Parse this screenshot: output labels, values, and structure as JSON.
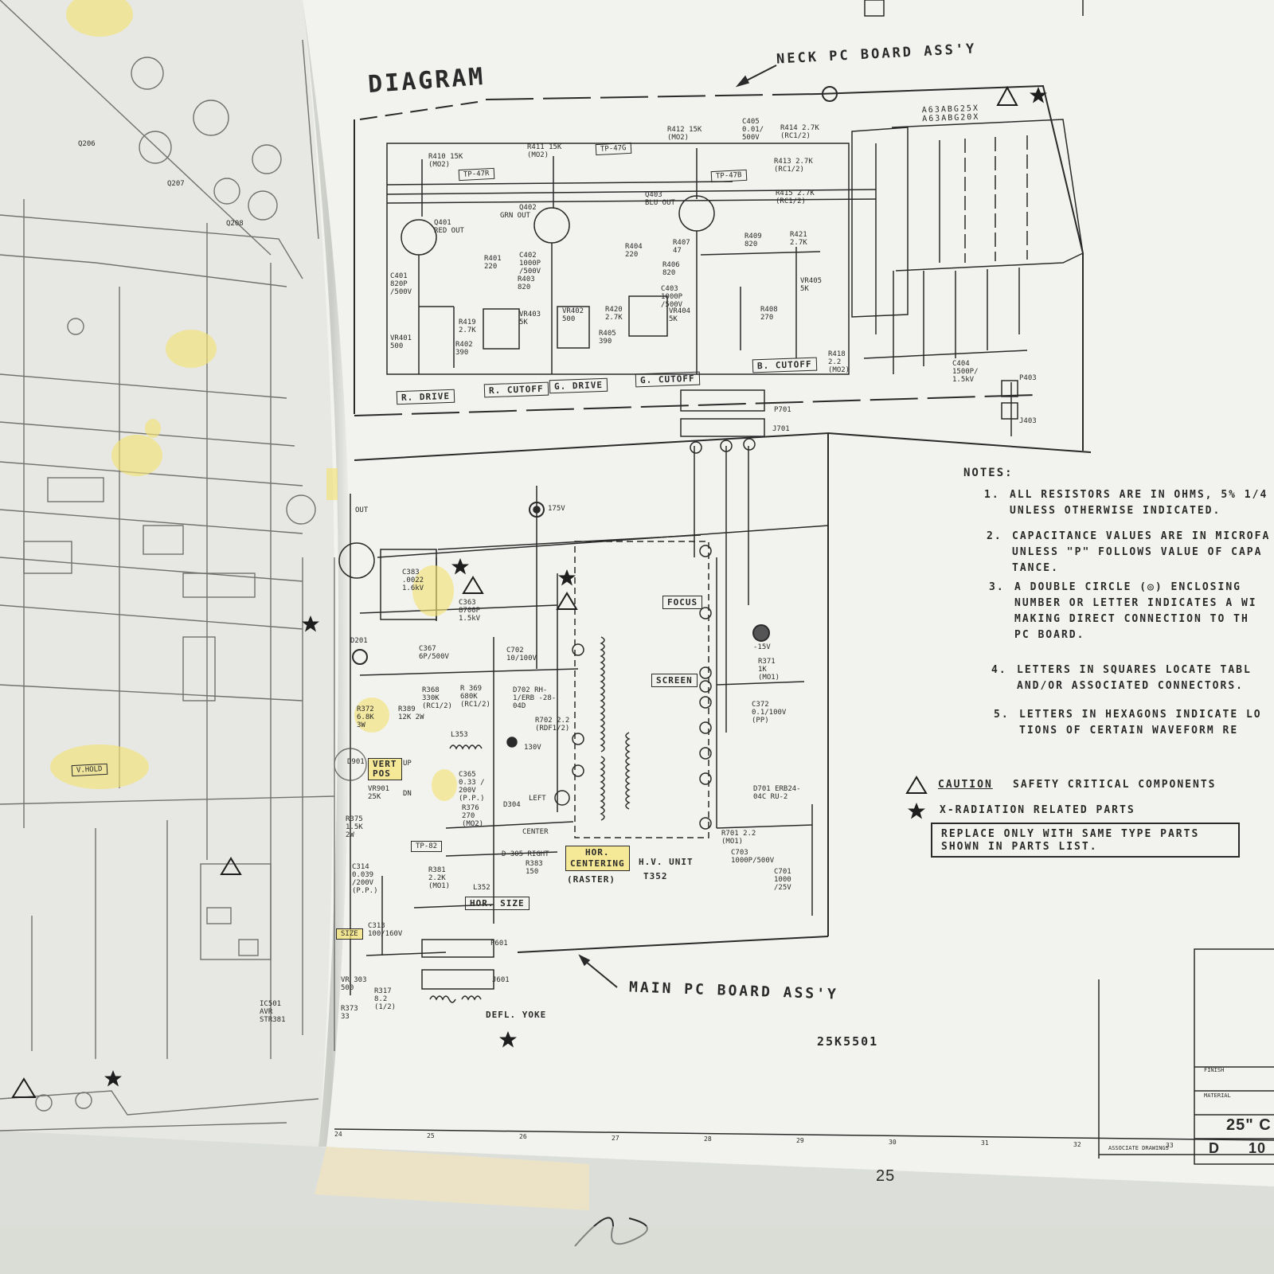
{
  "title": "DIAGRAM",
  "assemblies": {
    "neck": "NECK PC BOARD ASS'Y",
    "main": "MAIN PC BOARD ASS'Y"
  },
  "crt_codes": [
    "A63ABG25X",
    "A63ABG20X"
  ],
  "controls": {
    "r_drive": "R. DRIVE",
    "r_cutoff": "R. CUTOFF",
    "g_drive": "G. DRIVE",
    "g_cutoff": "G. CUTOFF",
    "b_cutoff": "B. CUTOFF",
    "focus": "FOCUS",
    "screen": "SCREEN",
    "vert_pos_line1": "VERT",
    "vert_pos_line2": "POS",
    "hor_centering_line1": "HOR.",
    "hor_centering_line2": "CENTERING",
    "raster": "(RASTER)",
    "hor_size": "HOR. SIZE",
    "hv_unit": "H.V. UNIT",
    "hv_unit_part": "T352",
    "defl_yoke": "DEFL. YOKE",
    "size": "SIZE",
    "vhold": "V.HOLD"
  },
  "test_points": [
    "TP-47R",
    "TP-47G",
    "TP-47B",
    "TP-82"
  ],
  "transistors": [
    {
      "ref": "Q401",
      "desc": "RED OUT"
    },
    {
      "ref": "Q402",
      "desc": "GRN OUT"
    },
    {
      "ref": "Q403",
      "desc": "BLU OUT"
    }
  ],
  "components": {
    "r410": "R410 15K (MO2)",
    "r411": "R411 15K (MO2)",
    "r412": "R412 15K (MO2)",
    "c405": "C405 0.01/ 500V",
    "r414": "R414 2.7K (RC1/2)",
    "r413": "R413 2.7K (RC1/2)",
    "r415": "R415 2.7K (RC1/2)",
    "c401": "C401 820P /500V",
    "r401": "R401 220",
    "c402": "C402 1000P /500V",
    "r403": "R403 820",
    "r404": "R404 220",
    "r407": "R407 47",
    "r406": "R406 820",
    "c403": "C403 1000P /500V",
    "r409": "R409 820",
    "r421": "R421 2.7K",
    "vr405": "VR405 5K",
    "r408": "R408 270",
    "vr401": "VR401 500",
    "r419": "R419 2.7K",
    "r402": "R402 390",
    "vr403": "VR403 5K",
    "vr402": "VR402 500",
    "r420": "R420 2.7K",
    "r405": "R405 390",
    "vr404": "VR404 5K",
    "r418": "R418 2.2 (MO2)",
    "c404": "C404 1500P/ 1.5kV",
    "p403": "P403",
    "j403": "J403",
    "p701": "P701",
    "j701": "J701",
    "v175": "175V",
    "c383": "C383 .0022 1.6kV",
    "c363": "C363 8700P 1.5kV",
    "c367": "C367 6P/500V",
    "c702": "C702 10/100V",
    "r368": "R368 330K (RC1/2)",
    "r369": "R 369 680K (RC1/2)",
    "d702": "D702 RH-1/ERB -28-04D",
    "r702": "R702 2.2 (RDF1/2)",
    "r372": "R372 6.8K 3W",
    "r389": "R389 12K 2W",
    "l353": "L353",
    "v130": "130V",
    "c365": "C365 0.33 / 200V (P.P.)",
    "r376": "R376 270 (MO2)",
    "d304": "D304",
    "left": "LEFT",
    "center": "CENTER",
    "d305": "D 305 RIGHT",
    "r383": "R383 150",
    "vr901": "VR901 25K",
    "d901": "D901",
    "r375": "R375 1.5K 2W",
    "c314": "C314 0.039 /200V (P.P.)",
    "r381": "R381 2.2K (MO1)",
    "l352": "L352",
    "c313": "C313 100/160V",
    "p601": "P601",
    "j601": "J601",
    "vr303": "VR 303 500",
    "r373": "R373 33",
    "r317": "R317 8.2 (1/2)",
    "v15": "-15V",
    "r371": "R371 1K (MO1)",
    "c372": "C372 0.1/100V (PP)",
    "d701": "D701 ERB24-04C RU-2",
    "r701": "R701 2.2 (MO1)",
    "c703": "C703 1000P/500V",
    "c701": "C701 1000 /25V",
    "ic501": "IC501 AVR STR381",
    "q206": "Q206",
    "q207": "Q207",
    "q208": "Q208",
    "vout": "OUT",
    "d201": "D201",
    "up": "UP",
    "dn": "DN"
  },
  "notes": {
    "heading": "NOTES:",
    "items": [
      {
        "num": "1.",
        "lines": [
          "ALL RESISTORS ARE IN OHMS, 5% 1/4",
          "UNLESS OTHERWISE INDICATED."
        ]
      },
      {
        "num": "2.",
        "lines": [
          "CAPACITANCE VALUES ARE IN MICROFA",
          "UNLESS \"P\" FOLLOWS VALUE OF CAPA",
          "TANCE."
        ]
      },
      {
        "num": "3.",
        "lines": [
          "A DOUBLE CIRCLE (◎) ENCLOSING",
          "NUMBER OR LETTER INDICATES A WI",
          "MAKING DIRECT CONNECTION TO TH",
          "PC BOARD."
        ]
      },
      {
        "num": "4.",
        "lines": [
          "LETTERS IN SQUARES LOCATE TABL",
          "AND/OR ASSOCIATED CONNECTORS."
        ]
      },
      {
        "num": "5.",
        "lines": [
          "LETTERS IN HEXAGONS INDICATE LO",
          "TIONS OF CERTAIN WAVEFORM RE"
        ]
      }
    ]
  },
  "legend": {
    "caution": "CAUTION",
    "caution_text": "SAFETY CRITICAL COMPONENTS",
    "xray_text": "X-RADIATION RELATED PARTS",
    "replace_line1": "REPLACE ONLY WITH SAME TYPE PARTS",
    "replace_line2": "SHOWN IN PARTS LIST."
  },
  "drawing_number": "25K5501",
  "page_number": "25",
  "grid_numbers": [
    "24",
    "25",
    "26",
    "27",
    "28",
    "29",
    "30",
    "31",
    "32",
    "33"
  ],
  "title_block": {
    "associate": "ASSOCIATE DRAWINGS",
    "finish": "FINISH",
    "material": "MATERIAL",
    "name_value": "25\" C",
    "size": "D",
    "part_no": "10"
  },
  "colors": {
    "paper": "#f2f3ef",
    "ink": "#2a2a2a",
    "highlight": "#f3e276"
  }
}
